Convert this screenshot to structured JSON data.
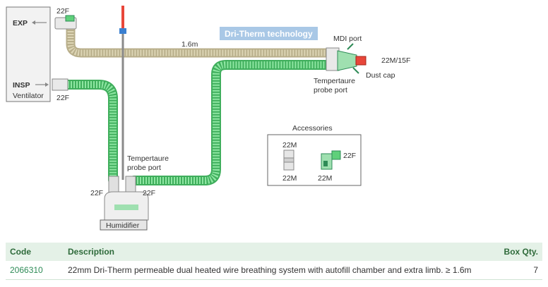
{
  "diagram": {
    "ventilator": {
      "exp": "EXP",
      "insp": "INSP",
      "name": "Ventilator"
    },
    "labels": {
      "exp_connector": "22F",
      "insp_connector": "22F",
      "length": "1.6m",
      "brand": "Dri-Therm technology",
      "mdi_port": "MDI port",
      "patient_end": "22M/15F",
      "dust_cap": "Dust cap",
      "temp_probe_patient_1": "Tempertaure",
      "temp_probe_patient_2": "probe port",
      "temp_probe_hum_1": "Tempertaure",
      "temp_probe_hum_2": "probe port",
      "hum_left": "22F",
      "hum_right": "22F",
      "humidifier": "Humidifier"
    },
    "accessories": {
      "title": "Accessories",
      "a_top": "22M",
      "a_bottom": "22M",
      "b_right": "22F",
      "b_bottom": "22M"
    },
    "colors": {
      "green": "#5fd07a",
      "beige": "#cfc6a4",
      "red_cap": "#e8463a",
      "brand_bg": "#a9c8e6"
    }
  },
  "table": {
    "headers": {
      "code": "Code",
      "description": "Description",
      "qty": "Box Qty."
    },
    "rows": [
      {
        "code": "2066310",
        "description": "22mm Dri-Therm permeable dual heated wire breathing system with autofill chamber and extra limb. ≥ 1.6m",
        "qty": "7"
      }
    ]
  }
}
